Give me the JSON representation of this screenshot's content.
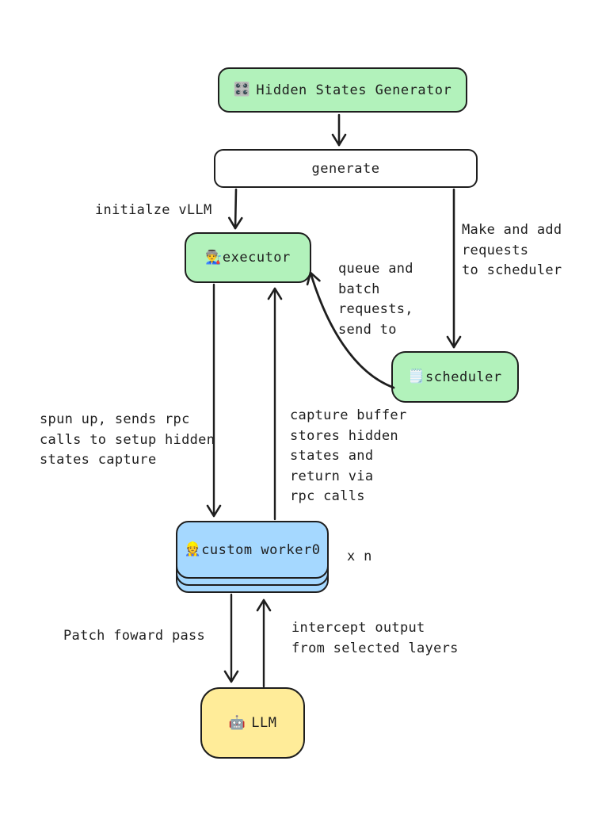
{
  "diagram": {
    "nodes": {
      "hidden_states_generator": {
        "icon": "🎛️",
        "label": "Hidden States Generator"
      },
      "generate": {
        "label": "generate"
      },
      "executor": {
        "icon": "👨‍🏭",
        "label": "executor"
      },
      "scheduler": {
        "icon": "🗒️",
        "label": "scheduler"
      },
      "custom_worker": {
        "icon": "👷",
        "label": "custom worker0"
      },
      "llm": {
        "icon": "🤖",
        "label": "LLM"
      }
    },
    "edge_labels": {
      "initialize_vllm": "initialze vLLM",
      "make_add_requests": "Make and add\nrequests\nto scheduler",
      "queue_batch": "queue and\nbatch\nrequests,\nsend to",
      "spun_up": "spun up, sends rpc\ncalls to setup hidden\nstates capture",
      "capture_buffer": "capture buffer\nstores hidden\nstates and\nreturn via\nrpc calls",
      "worker_multiplier": "x n",
      "patch_forward": "Patch foward pass",
      "intercept_output": "intercept output\nfrom selected layers"
    },
    "colors": {
      "node_green": "#b2f2bb",
      "node_blue": "#a5d8ff",
      "node_yellow": "#ffec99",
      "node_white": "#ffffff",
      "stroke": "#1e1e1e",
      "background": "#ffffff"
    }
  }
}
